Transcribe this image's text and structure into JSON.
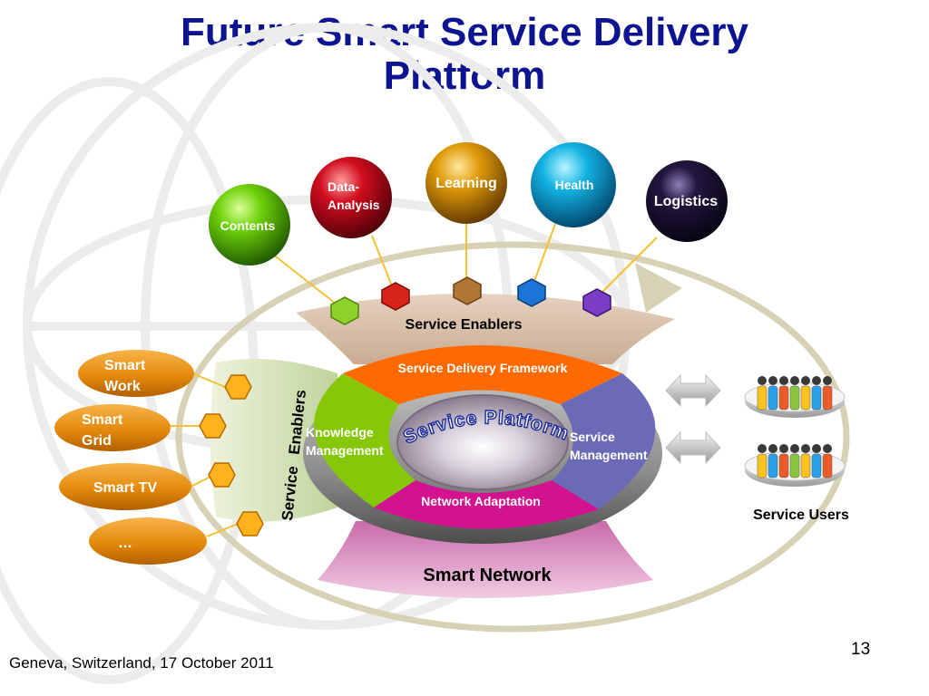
{
  "slide": {
    "title_line1": "Future Smart Service Delivery",
    "title_line2": "Platform",
    "footer": "Geneva, Switzerland, 17 October 2011",
    "page_number": "13"
  },
  "spheres": {
    "contents": "Contents",
    "data_analysis_1": "Data-",
    "data_analysis_2": "Analysis",
    "learning": "Learning",
    "health": "Health",
    "logistics": "Logistics"
  },
  "ring": {
    "service_enablers_top": "Service Enablers",
    "framework": "Service Delivery Framework",
    "knowledge_1": "Knowledge",
    "knowledge_2": "Management",
    "service_mgmt_1": "Service",
    "service_mgmt_2": "Management",
    "adaptation": "Network Adaptation",
    "platform": "Service Platform",
    "smart_network": "Smart Network",
    "enablers_left_1": "Service",
    "enablers_left_2": "Enablers"
  },
  "left_items": {
    "work_1": "Smart",
    "work_2": "Work",
    "grid_1": "Smart",
    "grid_2": "Grid",
    "tv": "Smart TV",
    "more": "…"
  },
  "users": {
    "label": "Service Users"
  },
  "colors": {
    "title": "#0c1491",
    "framework": "#ff6a00",
    "knowledge": "#86c70a",
    "service_management": "#6b6ab7",
    "network_adaptation": "#d2128f",
    "enablers_band": "#d8c0ac",
    "smart_network_band": "#dda2c9",
    "pill_orange": "#e88a0c",
    "arrow_track": "#d7d2b6"
  }
}
